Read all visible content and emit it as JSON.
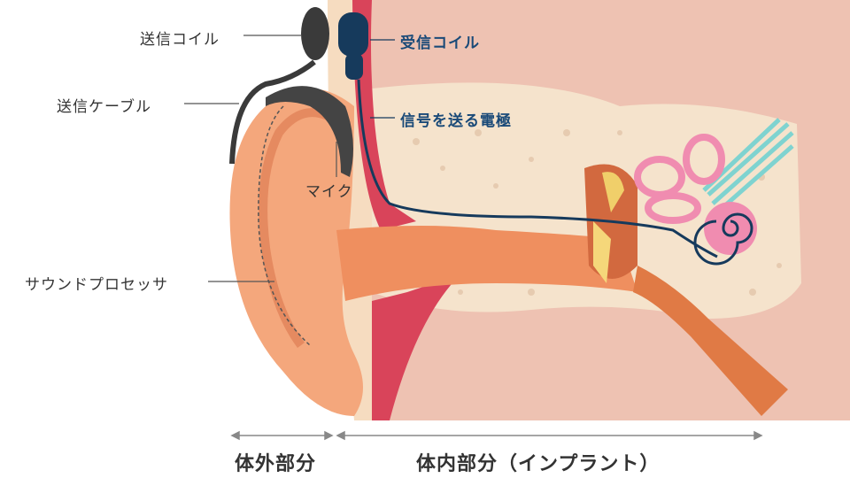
{
  "labels": {
    "transmit_coil": "送信コイル",
    "transmit_cable": "送信ケーブル",
    "microphone": "マイク",
    "sound_processor": "サウンドプロセッサ",
    "receiver_coil": "受信コイル",
    "electrode": "信号を送る電極"
  },
  "sections": {
    "external": "体外部分",
    "internal": "体内部分（インプラント）"
  },
  "colors": {
    "tissue": "#eec2b2",
    "bone": "#f5e3cc",
    "skin": "#f4a77c",
    "muscle": "#d9445a",
    "device": "#3a3a3a",
    "implant": "#163a5c",
    "nerve": "#7fd3d0",
    "cochlea": "#f08cb0"
  }
}
